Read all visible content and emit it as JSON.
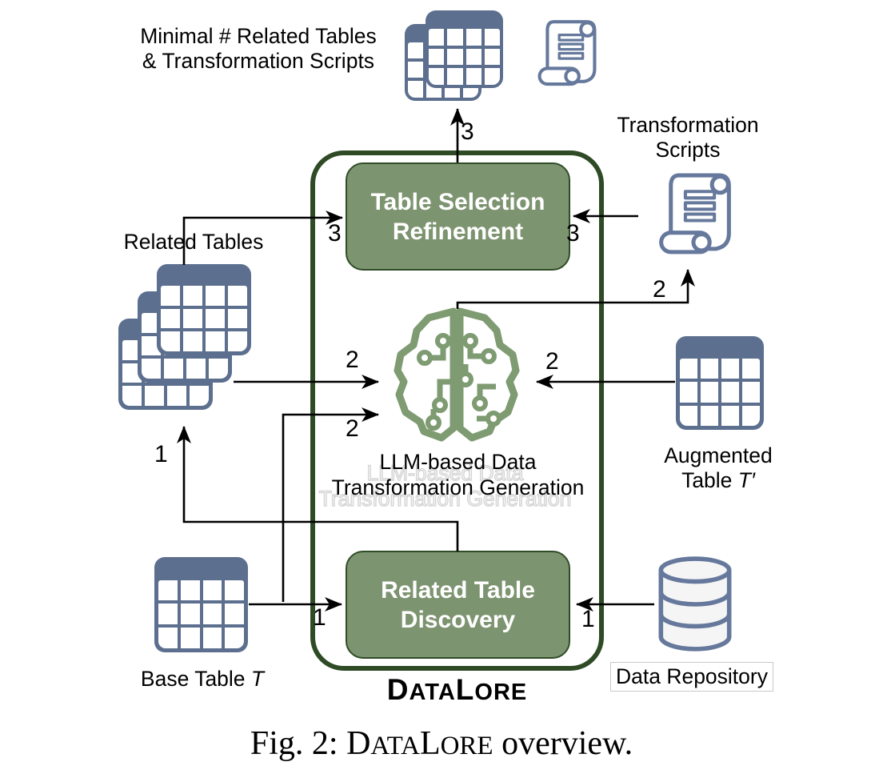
{
  "figure": {
    "caption_prefix": "Fig. 2: ",
    "caption_suffix": " overview."
  },
  "brand": {
    "part1": "D",
    "part2": "ATA",
    "part3": "L",
    "part4": "ORE"
  },
  "outputs": {
    "minimal_line1": "Minimal # Related Tables",
    "minimal_line2": "& Transformation Scripts"
  },
  "labels": {
    "transformation_scripts_line1": "Transformation",
    "transformation_scripts_line2": "Scripts",
    "related_tables": "Related Tables",
    "llm_line1": "LLM-based Data",
    "llm_line2": "Transformation Generation",
    "augmented_line1": "Augmented",
    "augmented_line2_prefix": "Table ",
    "augmented_symbol": "T′",
    "base_table_prefix": "Base Table ",
    "base_table_symbol": "T",
    "data_repository": "Data Repository"
  },
  "modules": {
    "table_selection_line1": "Table Selection",
    "table_selection_line2": "Refinement",
    "related_discovery_line1": "Related Table",
    "related_discovery_line2": "Discovery"
  },
  "flow_steps": {
    "one": "1",
    "two": "2",
    "three": "3"
  },
  "colors": {
    "module_fill": "#7D9470",
    "module_border": "#2F4D27",
    "container_border": "#2E4B26",
    "table_slate": "#5C6F8E",
    "scroll_slate": "#66799C",
    "brain_green": "#7E9B71",
    "arrow_black": "#000000"
  }
}
